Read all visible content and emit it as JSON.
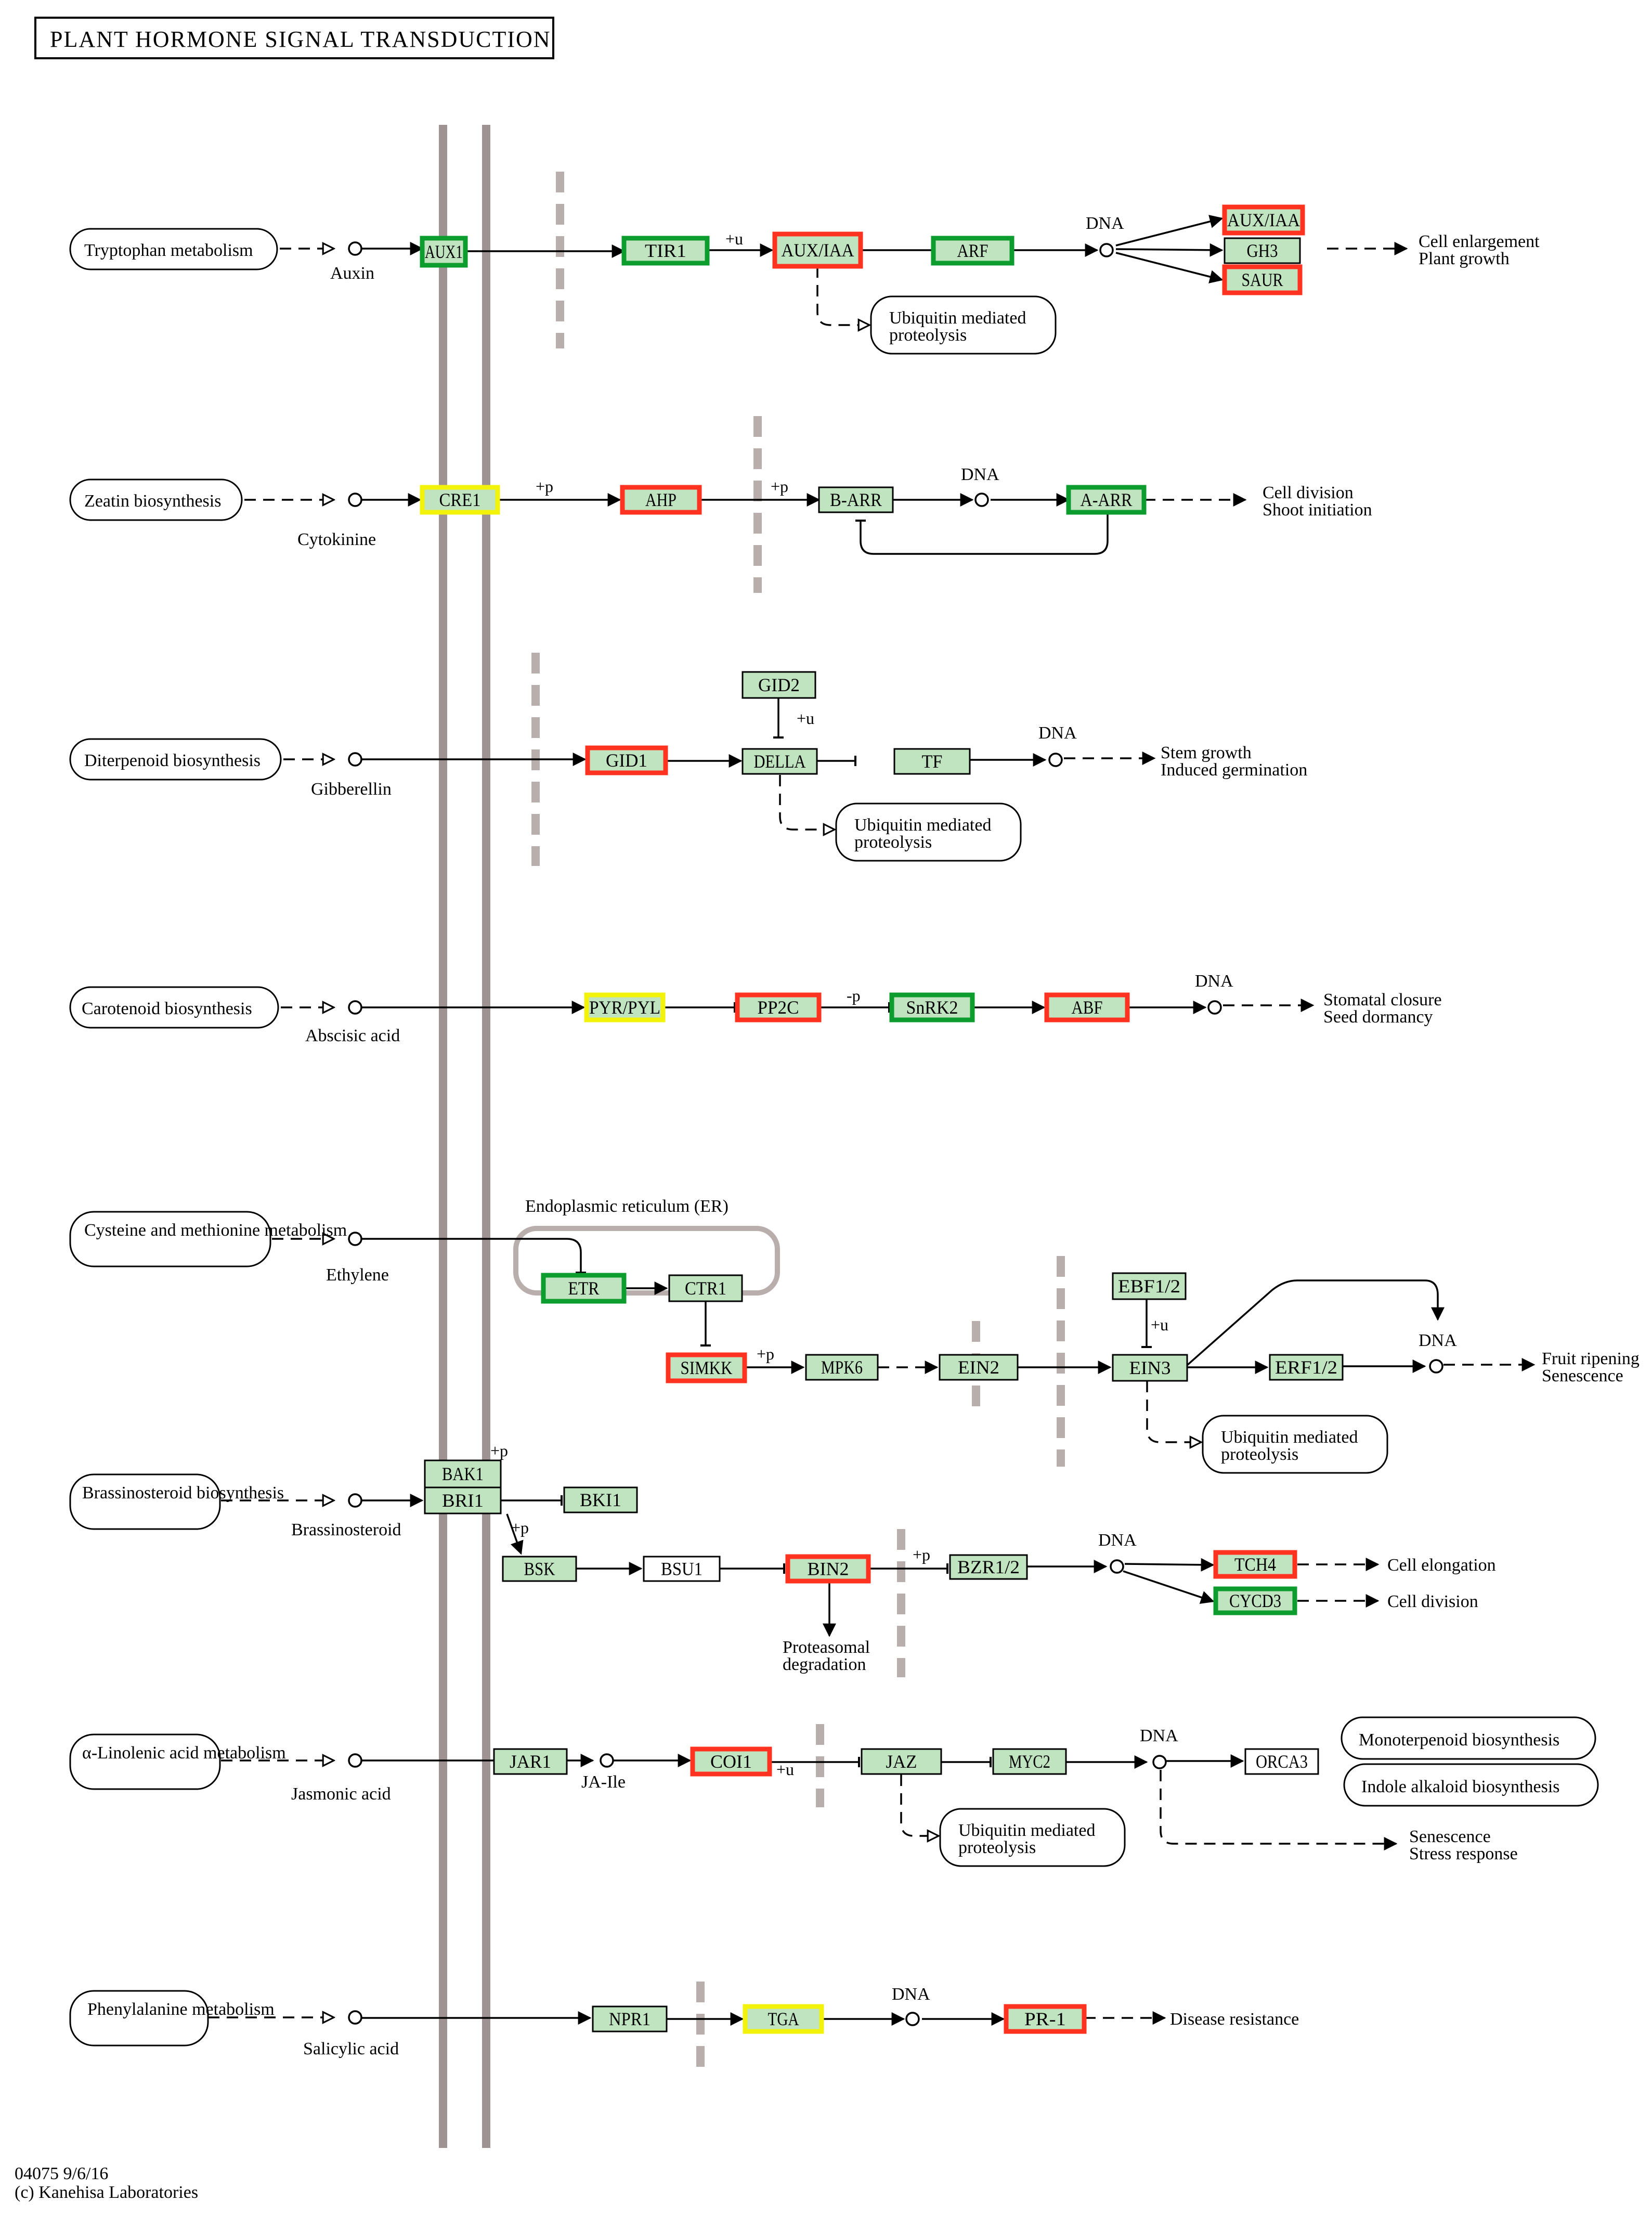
{
  "title": "PLANT HORMONE SIGNAL TRANSDUCTION",
  "footer": {
    "map_id": "04075 9/6/16",
    "copyright": "(c) Kanehisa Laboratories"
  },
  "colors": {
    "gene_fill": "#bfe4bf",
    "up": "#ff3320",
    "down": "#0d9d2e",
    "mixed": "#f2f20a"
  },
  "pathways": [
    "Tryptophan metabolism",
    "Zeatin biosynthesis",
    "Diterpenoid biosynthesis",
    "Carotenoid biosynthesis",
    "Cysteine and methionine metabolism",
    "Brassinosteroid biosynthesis",
    "α-Linolenic acid metabolism",
    "Phenylalanine metabolism",
    "Monoterpenoid biosynthesis",
    "Indole alkaloid biosynthesis"
  ],
  "compounds": [
    "Auxin",
    "Cytokinine",
    "Gibberellin",
    "Abscisic acid",
    "Ethylene",
    "Brassinosteroid",
    "Jasmonic acid",
    "JA-Ile",
    "Salicylic acid"
  ],
  "genes": [
    {
      "label": "AUX1",
      "hl": "down"
    },
    {
      "label": "TIR1",
      "hl": "down"
    },
    {
      "label": "AUX/IAA",
      "hl": "up"
    },
    {
      "label": "ARF",
      "hl": "down"
    },
    {
      "label": "AUX/IAA",
      "hl": "up"
    },
    {
      "label": "GH3",
      "hl": "none"
    },
    {
      "label": "SAUR",
      "hl": "up"
    },
    {
      "label": "CRE1",
      "hl": "mixed"
    },
    {
      "label": "AHP",
      "hl": "up"
    },
    {
      "label": "B-ARR",
      "hl": "none"
    },
    {
      "label": "A-ARR",
      "hl": "down"
    },
    {
      "label": "GID2",
      "hl": "none"
    },
    {
      "label": "GID1",
      "hl": "up"
    },
    {
      "label": "DELLA",
      "hl": "none"
    },
    {
      "label": "TF",
      "hl": "none"
    },
    {
      "label": "PYR/PYL",
      "hl": "mixed"
    },
    {
      "label": "PP2C",
      "hl": "up"
    },
    {
      "label": "SnRK2",
      "hl": "down"
    },
    {
      "label": "ABF",
      "hl": "up"
    },
    {
      "label": "ETR",
      "hl": "down"
    },
    {
      "label": "CTR1",
      "hl": "none"
    },
    {
      "label": "SIMKK",
      "hl": "up"
    },
    {
      "label": "MPK6",
      "hl": "none"
    },
    {
      "label": "EIN2",
      "hl": "none"
    },
    {
      "label": "EBF1/2",
      "hl": "none"
    },
    {
      "label": "EIN3",
      "hl": "none"
    },
    {
      "label": "ERF1/2",
      "hl": "none"
    },
    {
      "label": "BAK1",
      "hl": "none"
    },
    {
      "label": "BRI1",
      "hl": "none"
    },
    {
      "label": "BKI1",
      "hl": "none"
    },
    {
      "label": "BSK",
      "hl": "none"
    },
    {
      "label": "BSU1",
      "hl": "white"
    },
    {
      "label": "BIN2",
      "hl": "up"
    },
    {
      "label": "BZR1/2",
      "hl": "none"
    },
    {
      "label": "TCH4",
      "hl": "up"
    },
    {
      "label": "CYCD3",
      "hl": "down"
    },
    {
      "label": "JAR1",
      "hl": "none"
    },
    {
      "label": "COI1",
      "hl": "up"
    },
    {
      "label": "JAZ",
      "hl": "none"
    },
    {
      "label": "MYC2",
      "hl": "none"
    },
    {
      "label": "ORCA3",
      "hl": "white"
    },
    {
      "label": "NPR1",
      "hl": "none"
    },
    {
      "label": "TGA",
      "hl": "mixed"
    },
    {
      "label": "PR-1",
      "hl": "up"
    }
  ],
  "outcomes": [
    "Cell enlargement",
    "Plant growth",
    "Cell division",
    "Shoot initiation",
    "Stem growth",
    "Induced germination",
    "Stomatal closure",
    "Seed dormancy",
    "Fruit ripening",
    "Senescence",
    "Cell elongation",
    "Cell division",
    "Senescence",
    "Stress response",
    "Disease resistance"
  ],
  "notes": [
    "Ubiquitin mediated",
    "proteolysis",
    "Proteasomal",
    "degradation",
    "Endoplasmic reticulum (ER)",
    "DNA",
    "+u",
    "+p",
    "-p"
  ]
}
